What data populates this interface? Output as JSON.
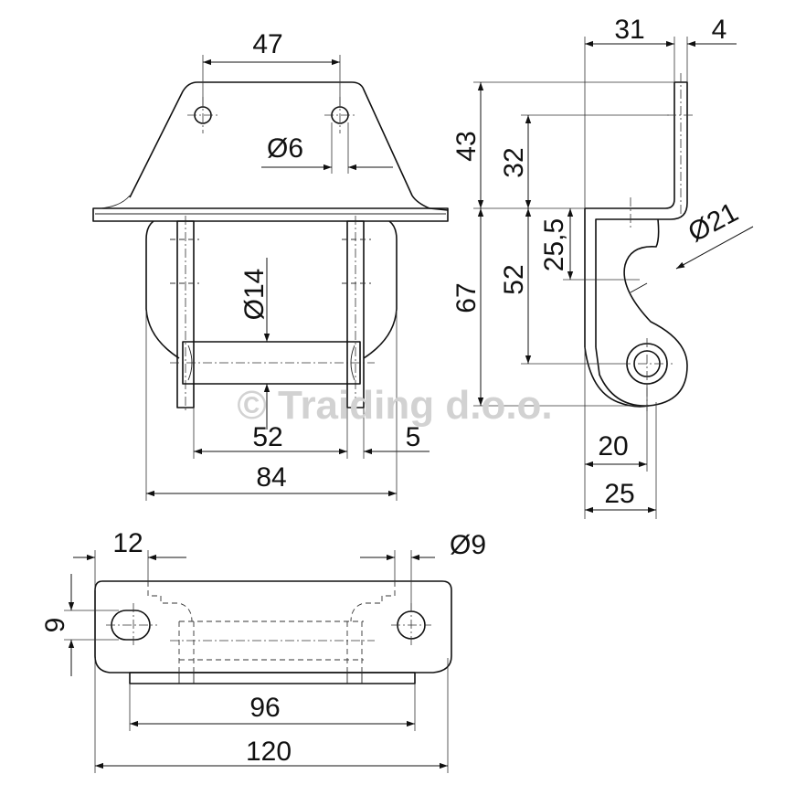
{
  "watermark": "© Traiding d.o.o.",
  "dimensions": {
    "front_hole_spacing": "47",
    "front_hole_diameter": "Ø6",
    "front_pin_diameter": "Ø14",
    "front_inner_width": "52",
    "front_plate_thickness": "5",
    "front_overall_width": "84",
    "side_top_width": "31",
    "side_plate_thickness": "4",
    "side_upper_height": "43",
    "side_hole_height": "32",
    "side_eye_offset": "25,5",
    "side_eye_diameter": "Ø21",
    "side_lower_height": "52",
    "side_total_height": "67",
    "side_eye_center": "20",
    "side_bottom_width": "25",
    "bottom_slot_offset": "12",
    "bottom_hole_diameter": "Ø9",
    "bottom_slot_height": "9",
    "bottom_hole_spacing": "96",
    "bottom_overall_length": "120"
  }
}
